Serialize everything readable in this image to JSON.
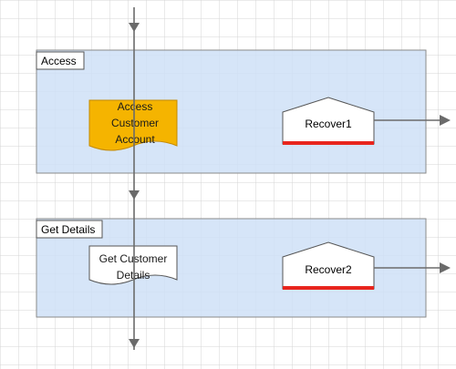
{
  "diagram": {
    "lanes": [
      {
        "id": "access",
        "title": "Access"
      },
      {
        "id": "get-details",
        "title": "Get Details"
      }
    ],
    "shapes": {
      "access_customer_account": {
        "lines": [
          "Access",
          "Customer",
          "Account"
        ],
        "fill": "#f5b400"
      },
      "recover1": {
        "label": "Recover1"
      },
      "get_customer_details": {
        "lines": [
          "Get Customer",
          "Details"
        ]
      },
      "recover2": {
        "label": "Recover2"
      }
    },
    "colors": {
      "lane_fill": "#cfe0f7",
      "lane_border": "#8a8a8a",
      "grid": "#d4d4d4",
      "connector": "#6b6b6b",
      "recover_bar": "#e8251d"
    }
  }
}
